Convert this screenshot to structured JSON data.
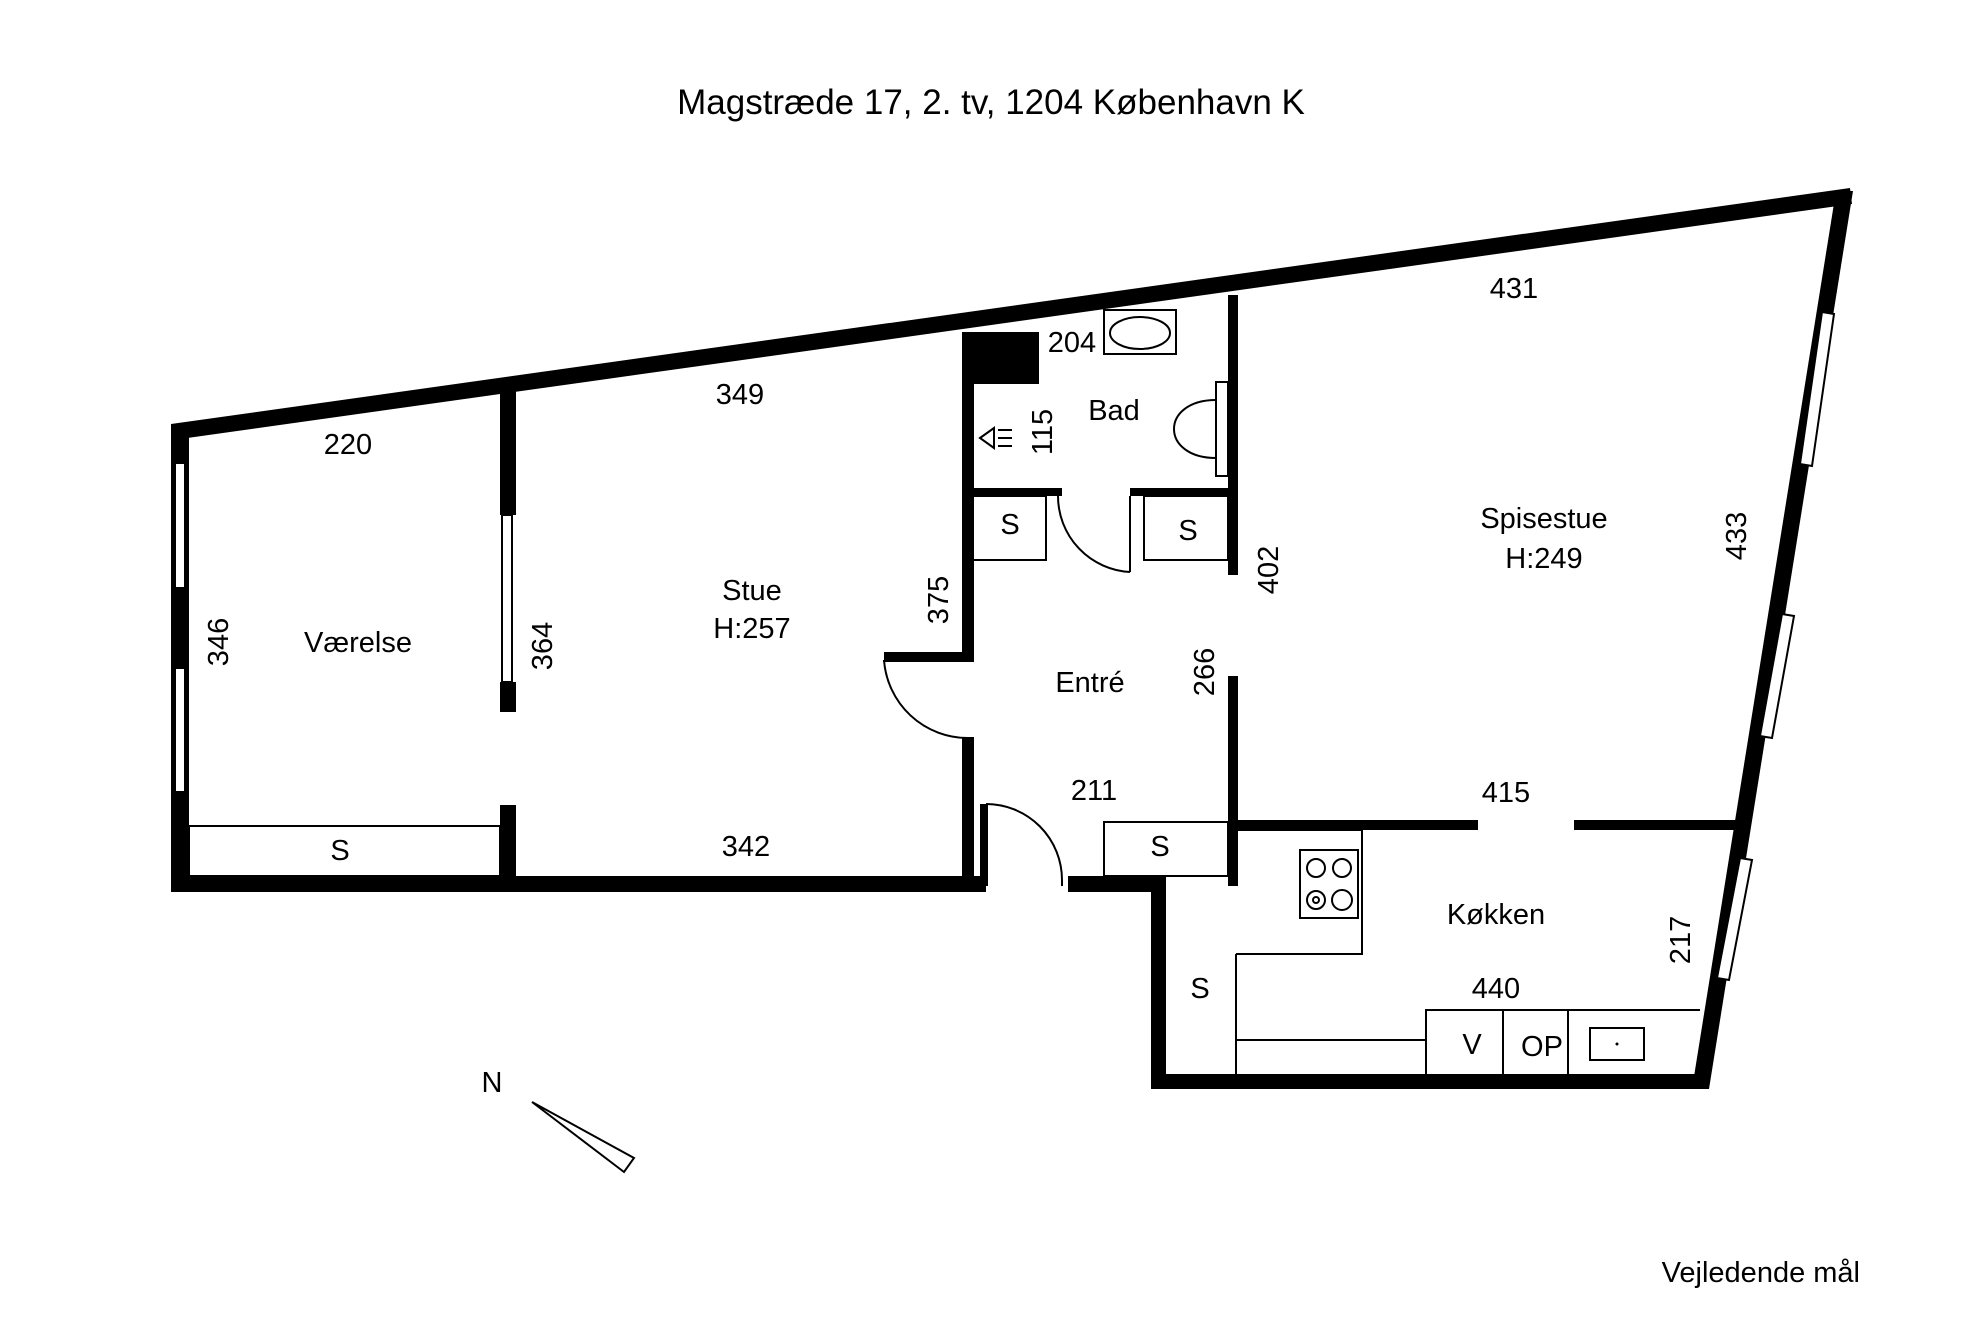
{
  "title": "Magstræde 17, 2. tv, 1204 København K",
  "footer": "Vejledende mål",
  "north_label": "N",
  "rooms": {
    "vaerelse": {
      "name": "Værelse"
    },
    "stue": {
      "name": "Stue",
      "height": "H:257"
    },
    "bad": {
      "name": "Bad"
    },
    "entre": {
      "name": "Entré"
    },
    "spisestue": {
      "name": "Spisestue",
      "height": "H:249"
    },
    "koekken": {
      "name": "Køkken"
    }
  },
  "dimensions": {
    "vaerelse_top": "220",
    "vaerelse_left": "346",
    "vaerelse_right": "364",
    "stue_top": "349",
    "stue_bottom": "342",
    "stue_right": "375",
    "bad_top": "204",
    "bad_left": "115",
    "spisestue_top": "431",
    "spisestue_right": "433",
    "spisestue_left": "402",
    "spisestue_bottom": "415",
    "entre_right": "266",
    "entre_bottom": "211",
    "koekken_right": "217",
    "koekken_counter": "440"
  },
  "storage_label": "S",
  "appliances": {
    "v": "V",
    "op": "OP"
  }
}
